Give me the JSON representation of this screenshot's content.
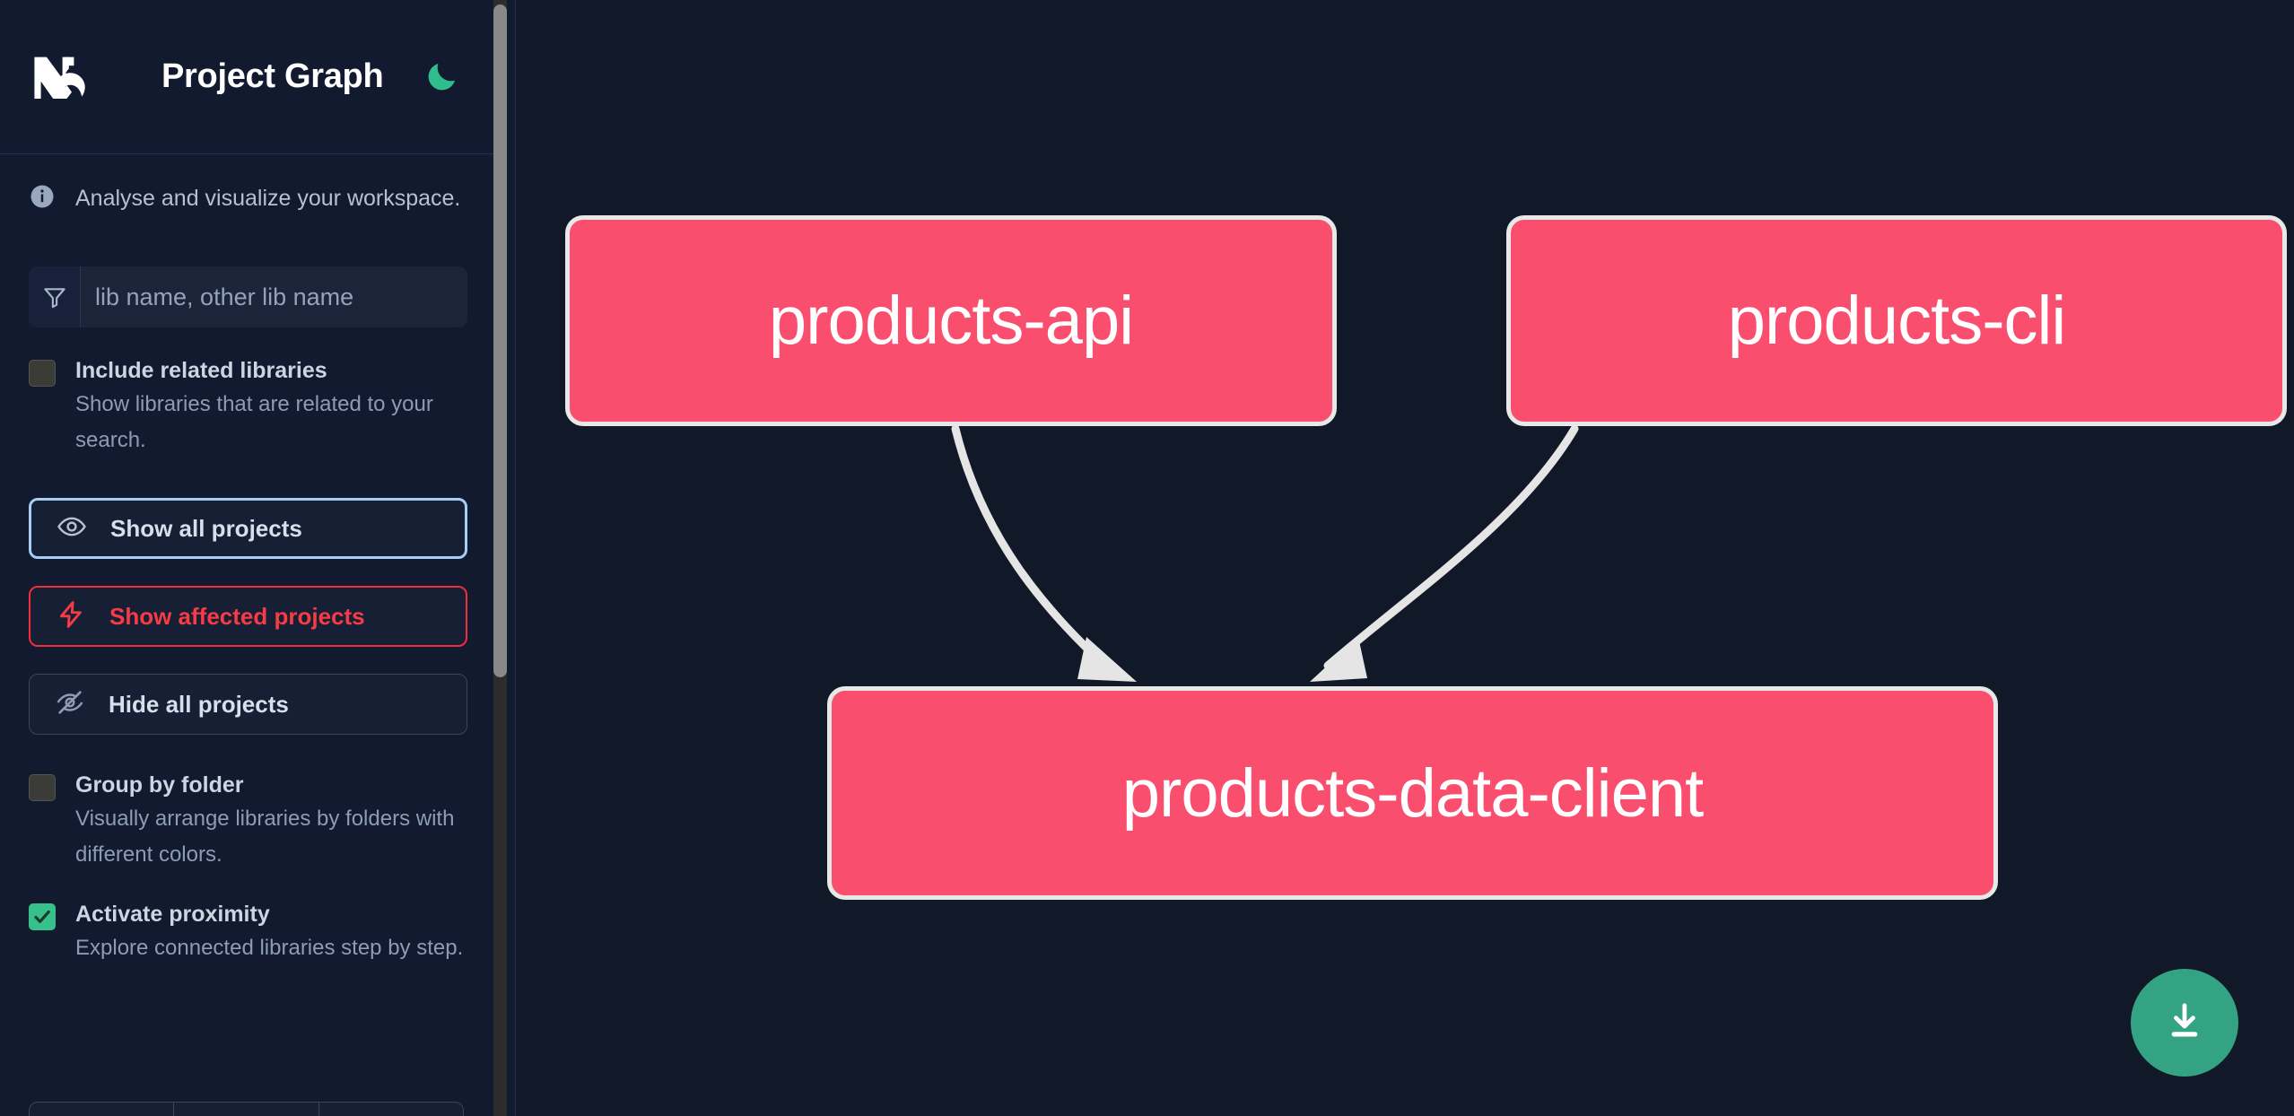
{
  "app": {
    "title": "Project Graph",
    "logo_icon": "nx-logo",
    "theme_toggle_icon": "moon-icon",
    "tagline": "Analyse and visualize your workspace.",
    "tagline_icon": "info-icon"
  },
  "search": {
    "icon": "filter-funnel-icon",
    "value": "",
    "placeholder": "lib name, other lib name"
  },
  "checkboxes": [
    {
      "id": "include-related-libraries",
      "label": "Include related libraries",
      "description": "Show libraries that are related to your search.",
      "checked": false
    },
    {
      "id": "group-by-folder",
      "label": "Group by folder",
      "description": "Visually arrange libraries by folders with different colors.",
      "checked": false
    },
    {
      "id": "activate-proximity",
      "label": "Activate proximity",
      "description": "Explore connected libraries step by step.",
      "checked": true
    }
  ],
  "buttons": [
    {
      "id": "show-all-projects",
      "label": "Show all projects",
      "icon": "eye-icon",
      "style": "primary"
    },
    {
      "id": "show-affected-projects",
      "label": "Show affected projects",
      "icon": "lightning-icon",
      "style": "danger"
    },
    {
      "id": "hide-all-projects",
      "label": "Hide all projects",
      "icon": "eye-off-icon",
      "style": "muted"
    }
  ],
  "download_button": {
    "icon": "download-icon"
  },
  "colors": {
    "node_fill": "#fa4e6e",
    "node_border": "#e8e8e8",
    "canvas_bg": "#111827",
    "sidebar_bg": "#111a2e",
    "accent_green": "#34a383",
    "accent_red": "#f73b46",
    "accent_blue": "#a8cdf2",
    "edge": "#e5e5e5"
  },
  "graph": {
    "nodes": [
      {
        "id": "products-api",
        "label": "products-api"
      },
      {
        "id": "products-cli",
        "label": "products-cli"
      },
      {
        "id": "products-data-client",
        "label": "products-data-client"
      }
    ],
    "edges": [
      {
        "from": "products-api",
        "to": "products-data-client"
      },
      {
        "from": "products-cli",
        "to": "products-data-client"
      }
    ]
  }
}
